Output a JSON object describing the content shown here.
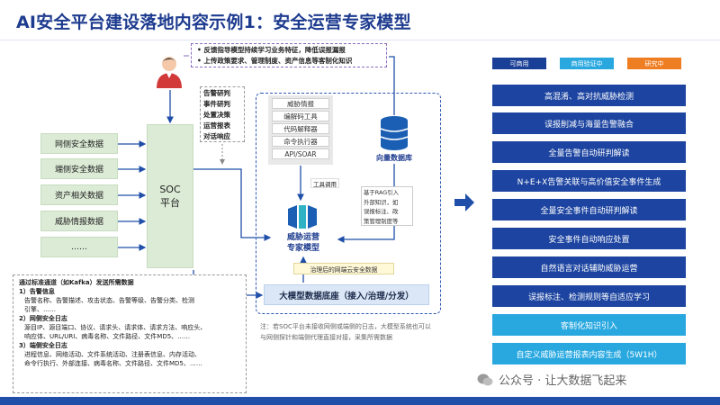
{
  "title": "AI安全平台建设落地内容示例1：安全运营专家模型",
  "feedback": [
    "• 反馈指导模型持续学习业务特征，降低误报漏报",
    "• 上传政策要求、管理制度、资产信息等客制化知识"
  ],
  "analysis_tasks": [
    "告警研判",
    "事件研判",
    "处置决策",
    "运营报表",
    "对话响应"
  ],
  "data_sources": [
    "网侧安全数据",
    "端侧安全数据",
    "资产相关数据",
    "威胁情报数据",
    "……"
  ],
  "soc": {
    "line1": "SOC",
    "line2": "平台"
  },
  "tools": [
    "威胁情报",
    "编解码工具",
    "代码解释器",
    "命令执行器",
    "API/SOAR"
  ],
  "tool_call": "工具调用",
  "model": {
    "line1": "威胁运营",
    "line2": "专家模型"
  },
  "vector_db": "向量数据库",
  "rag": [
    "基于RAG引入",
    "外部知识，如",
    "误报标注、政",
    "策管理制度等"
  ],
  "governed_data": "治理后的网端云安全数据",
  "base_platform": "大模型数据底座（接入/治理/分发）",
  "note": "注：若SOC平台未接收网侧或端侧的日志，大模型系统也可以与网侧探针和端侧代理直接对接，采集所需数据",
  "kafka_note": {
    "heading": "通过标准通道（如Kafka）发送所需数据",
    "sections": [
      {
        "title": "1）告警信息",
        "items": [
          "告警名称、告警描述、攻击状态、告警等级、告警分类、检测",
          "引擎、……"
        ]
      },
      {
        "title": "2）网侧安全日志",
        "items": [
          "源目IP、源目端口、协议、请求头、请求体、请求方法、响应头、",
          "响应体、URL/URI、病毒名称、文件路径、文件MD5、……"
        ]
      },
      {
        "title": "3）端侧安全日志",
        "items": [
          "进程信息、网络活动、文件系统活动、注册表信息、内存活动、",
          "命令行执行、外部连接、病毒名称、文件路径、文件MD5、……"
        ]
      }
    ]
  },
  "legend": [
    {
      "label": "可商用",
      "color": "#1a3f96"
    },
    {
      "label": "商用验证中",
      "color": "#29a8e0"
    },
    {
      "label": "研究中",
      "color": "#ef7d22"
    }
  ],
  "capabilities": [
    {
      "label": "高混淆、高对抗威胁检测",
      "color": "#1c44a0"
    },
    {
      "label": "误报削减与海量告警融合",
      "color": "#1c44a0"
    },
    {
      "label": "全量告警自动研判解读",
      "color": "#1c44a0"
    },
    {
      "label": "N+E+X告警关联与高价值安全事件生成",
      "color": "#1c44a0"
    },
    {
      "label": "全量安全事件自动研判解读",
      "color": "#1c44a0"
    },
    {
      "label": "安全事件自动响应处置",
      "color": "#1c44a0"
    },
    {
      "label": "自然语言对话辅助威胁运营",
      "color": "#1c44a0"
    },
    {
      "label": "误报标注、检测规则等自适应学习",
      "color": "#1c44a0"
    },
    {
      "label": "客制化知识引入",
      "color": "#29a8e0"
    },
    {
      "label": "自定义威胁运营报表内容生成（5W1H）",
      "color": "#29a8e0"
    }
  ],
  "watermark": "公众号 · 让大数据飞起来"
}
